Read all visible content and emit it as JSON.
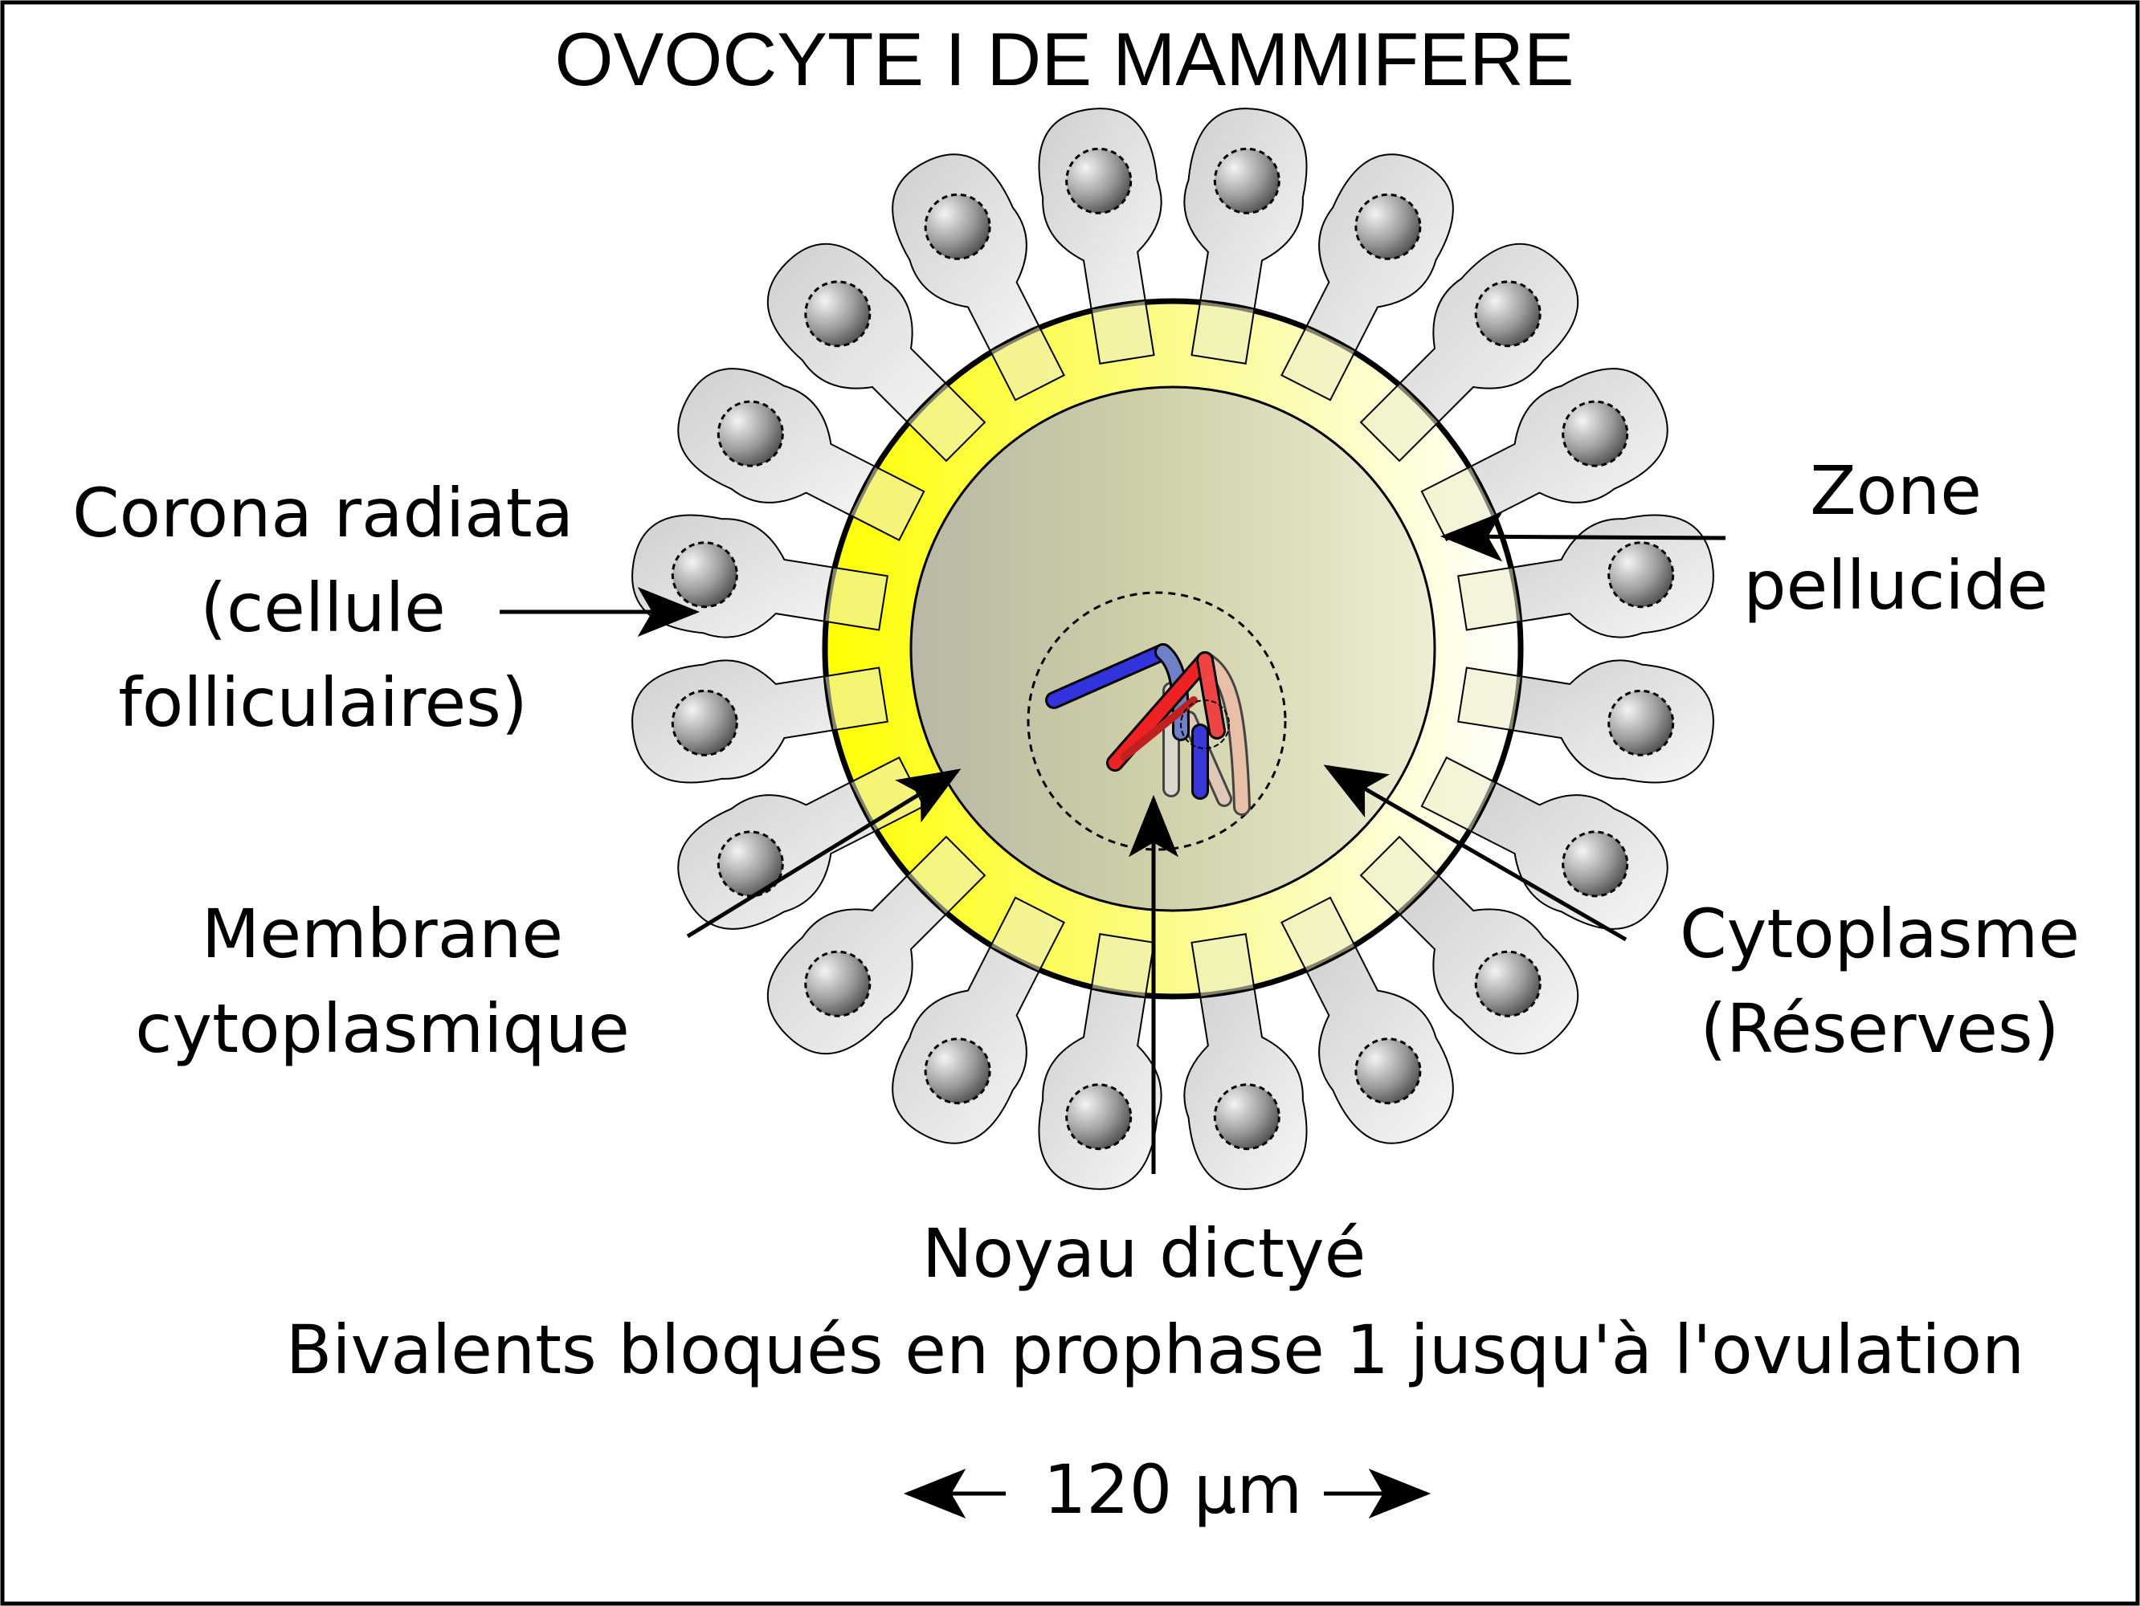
{
  "title": "OVOCYTE I DE MAMMIFERE",
  "labels": {
    "corona": [
      "Corona radiata",
      "(cellule",
      "folliculaires)"
    ],
    "zone": [
      "Zone",
      "pellucide"
    ],
    "membrane": [
      "Membrane",
      "cytoplasmique"
    ],
    "cytoplasme": [
      "Cytoplasme",
      "(Réserves)"
    ],
    "noyau": [
      "Noyau dictyé",
      "Bivalents bloqués en prophase 1 jusqu'à l'ovulation"
    ],
    "scale": "120 µm"
  },
  "colors": {
    "zone_pellucide": "#ffff33",
    "cytoplasm": "#c9c9a0",
    "follicular_cell": "#e6e6e6",
    "chromosome_maternal": "#3333dd",
    "chromosome_paternal": "#ee2222"
  }
}
